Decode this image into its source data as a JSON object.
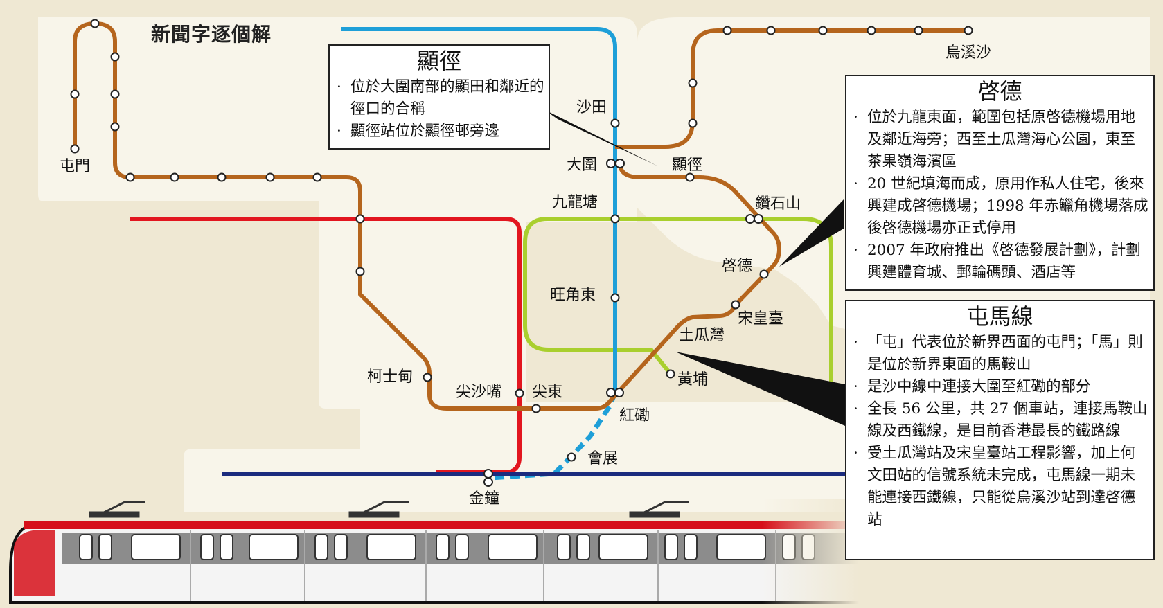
{
  "title": "新聞字逐個解",
  "stations": {
    "tuen_mun": "屯門",
    "sha_tin": "沙田",
    "tai_wai": "大圍",
    "hin_keng": "顯徑",
    "kowloon_tong": "九龍塘",
    "diamond_hill": "鑽石山",
    "kai_tak": "啓德",
    "mong_kok_east": "旺角東",
    "sung_wong_toi": "宋皇臺",
    "to_kwa_wan": "土瓜灣",
    "austin": "柯士甸",
    "tsim_sha_tsui": "尖沙嘴",
    "east_tst": "尖東",
    "hung_hom": "紅磡",
    "whampoa": "黃埔",
    "exhibition": "會展",
    "admiralty": "金鐘",
    "wu_kai_sha": "烏溪沙"
  },
  "info_boxes": {
    "hin_keng": {
      "title": "顯徑",
      "items": [
        "位於大圍南部的顯田和鄰近的徑口的合稱",
        "顯徑站位於顯徑邨旁邊"
      ]
    },
    "kai_tak": {
      "title": "啓德",
      "items": [
        "位於九龍東面，範圍包括原啓德機場用地及鄰近海旁；西至土瓜灣海心公園，東至茶果嶺海濱區",
        "20 世紀填海而成，原用作私人住宅，後來興建成啓德機場；1998 年赤鱲角機場落成後啓德機場亦正式停用",
        "2007 年政府推出《啓德發展計劃》，計劃興建體育城、郵輪碼頭、酒店等"
      ]
    },
    "tuen_ma": {
      "title": "屯馬線",
      "items": [
        "「屯」代表位於新界西面的屯門；「馬」則是位於新界東面的馬鞍山",
        "是沙中線中連接大圍至紅磡的部分",
        "全長 56 公里，共 27 個車站，連接馬鞍山線及西鐵線，是目前香港最長的鐵路線",
        "受土瓜灣站及宋皇臺站工程影響，加上何文田站的信號系統未完成，屯馬線一期未能連接西鐵線，只能從烏溪沙站到達啓德站"
      ]
    }
  },
  "colors": {
    "background": "#efe8d3",
    "land": "#f8f5ea",
    "tuen_ma_line": "#b5651d",
    "east_rail_line": "#1e9fd8",
    "tsuen_wan_line": "#e2161f",
    "kwun_tong_line": "#a9cf2e",
    "island_line": "#1b2b7e",
    "train_red": "#d6101a"
  }
}
